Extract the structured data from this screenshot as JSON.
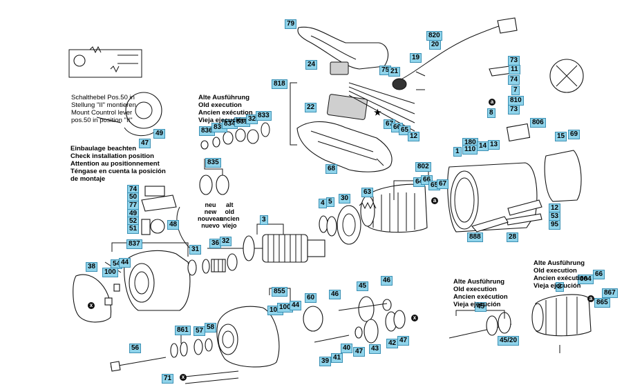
{
  "callouts": {
    "c79": "79",
    "c820": "820",
    "c20": "20",
    "c818": "818",
    "c19": "19",
    "c24": "24",
    "c75": "75",
    "c21": "21",
    "c22": "22",
    "c67a": "67",
    "c66a": "66",
    "c65a": "65",
    "c12a": "12",
    "c68": "68",
    "c73a": "73",
    "c11": "11",
    "c74a": "74",
    "c7": "7",
    "c810": "810",
    "c73b": "73",
    "c8": "8",
    "c806": "806",
    "c180": "180",
    "c110": "110",
    "c14": "14",
    "c13": "13",
    "c1": "1",
    "c15": "15",
    "c69": "69",
    "c802": "802",
    "c64": "64",
    "c66b": "66",
    "c65b": "65",
    "c67b": "67",
    "c12b": "12",
    "c53": "53",
    "c95": "95",
    "c888": "888",
    "c28": "28",
    "c836": "836",
    "c835a": "835",
    "c834": "834",
    "c831": "831",
    "c32a": "32",
    "c833": "833",
    "c835b": "835",
    "c74b": "74",
    "c50": "50",
    "c77": "77",
    "c49": "49",
    "c52": "52",
    "c51": "51",
    "c48": "48",
    "c47": "47",
    "c49b": "49",
    "c63": "63",
    "c4": "4",
    "c5": "5",
    "c30": "30",
    "c3": "3",
    "c837": "837",
    "c54": "54",
    "c44a": "44",
    "c100a": "100",
    "c38": "38",
    "c31": "31",
    "c36": "36",
    "c32b": "32",
    "c855": "855",
    "c102": "102",
    "c100b": "100",
    "c44b": "44",
    "c60": "60",
    "c46a": "46",
    "c45a": "45",
    "c46b": "46",
    "c47b": "47",
    "c42": "42",
    "c47c": "47",
    "c43": "43",
    "c39": "39",
    "c41": "41",
    "c40": "40",
    "c861": "861",
    "c57": "57",
    "c58": "58",
    "c56": "56",
    "c71": "71",
    "c45b": "45",
    "c4520": "45/20",
    "c864": "864",
    "c66c": "66",
    "c2": "2",
    "c867": "867",
    "c865": "865"
  },
  "notes": {
    "switch_lever": "Schalthebel Pos.50 in\nStellung \"II\" montieren\nMount Countrol lever\npos.50 in position \"II\"",
    "install": "Einbaulage beachten\nCheck installation position\nAttention au positionnement\nTéngase en cuenta la posición\nde montaje",
    "old_exec_1": "Alte Ausführung\nOld execution\nAncien exécution\nVieja ejecución",
    "old_exec_2": "Alte Ausführung\nOld execution\nAncien exécution\nVieja ejecución",
    "old_exec_3": "Alte Ausführung\nOld execution\nAncien exécution\nVieja ejecución",
    "new_tag": "neu\nnew\nnouveau\nnuevo",
    "old_tag": "alt\nold\nancien\nviejo"
  },
  "markers": {
    "a1": "a",
    "a2": "a",
    "a3": "a",
    "x1": "x",
    "x2": "x",
    "x3": "x",
    "star": "★"
  }
}
